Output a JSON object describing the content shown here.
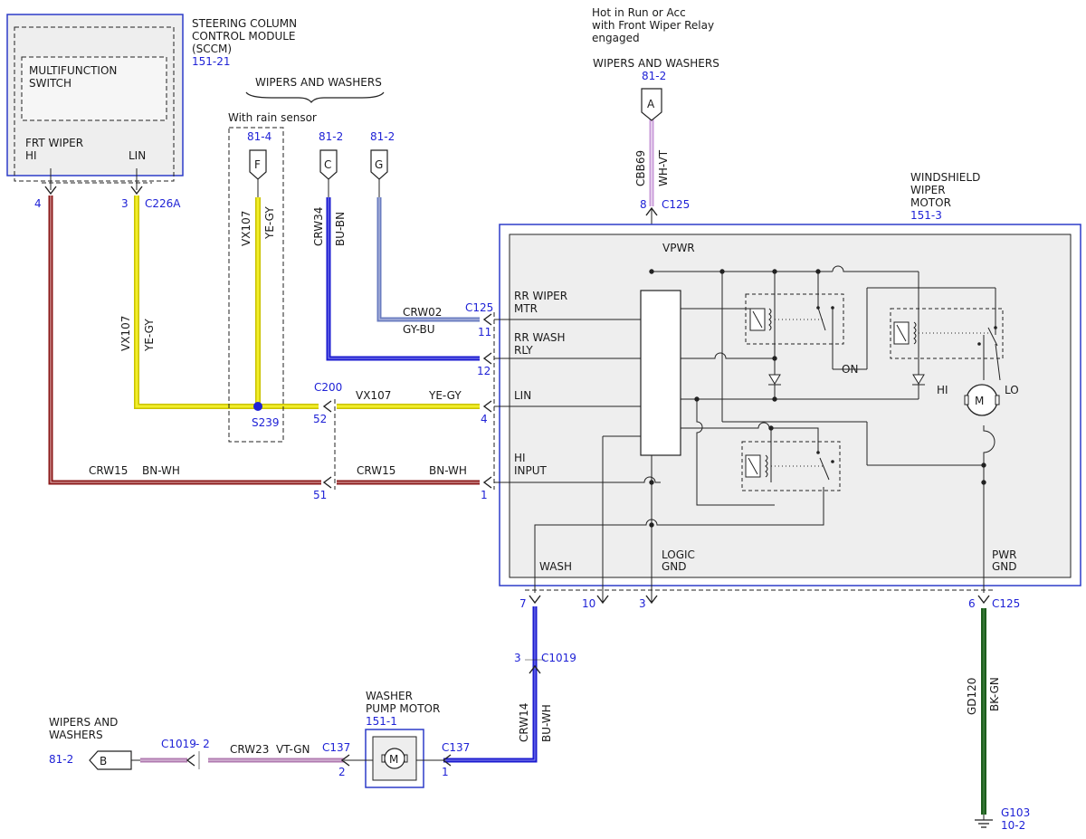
{
  "sccm": {
    "title_lines": [
      "STEERING COLUMN",
      "CONTROL MODULE",
      "(SCCM)"
    ],
    "ref": "151-21",
    "sub_module_lines": [
      "MULTIFUNCTION",
      "SWITCH"
    ],
    "pin_label_frt_lines": [
      "FRT WIPER",
      "HI"
    ],
    "pin_label_lin": "LIN",
    "pin_hi": "4",
    "pin_lin": "3",
    "connector": "C226A"
  },
  "group_label": "WIPERS AND WASHERS",
  "rain_sensor_label": "With rain sensor",
  "offpage_F": {
    "ref": "81-4",
    "letter": "F"
  },
  "offpage_C": {
    "ref": "81-2",
    "letter": "C"
  },
  "offpage_G": {
    "ref": "81-2",
    "letter": "G"
  },
  "offpage_A": {
    "note_lines": [
      "Hot in Run or Acc",
      "with Front Wiper Relay",
      "engaged"
    ],
    "title": "WIPERS AND WASHERS",
    "ref": "81-2",
    "letter": "A"
  },
  "offpage_B": {
    "title_lines": [
      "WIPERS AND",
      "WASHERS"
    ],
    "ref": "81-2",
    "letter": "B"
  },
  "wires": {
    "vx107_vertical": {
      "circuit": "VX107",
      "color": "YE-GY"
    },
    "vx107_f": {
      "circuit": "VX107",
      "color": "YE-GY"
    },
    "crw34": {
      "circuit": "CRW34",
      "color": "BU-BN"
    },
    "crw02": {
      "circuit": "CRW02",
      "color": "GY-BU"
    },
    "vx107_lin": {
      "circuit": "VX107",
      "color": "YE-GY"
    },
    "crw15_left": {
      "circuit": "CRW15",
      "color": "BN-WH"
    },
    "crw15_right": {
      "circuit": "CRW15",
      "color": "BN-WH"
    },
    "cbb69": {
      "circuit": "CBB69",
      "color": "WH-VT"
    },
    "crw14": {
      "circuit": "CRW14",
      "color": "BU-WH"
    },
    "crw23": {
      "circuit": "CRW23",
      "color": "VT-GN"
    },
    "gd120": {
      "circuit": "GD120",
      "color": "BK-GN"
    }
  },
  "splice": "S239",
  "c200": {
    "name": "C200",
    "pin_lin": "52",
    "pin_hi": "51"
  },
  "c125": {
    "name": "C125",
    "pin_vpwr": "8",
    "pin_rr_wiper": "11",
    "pin_rr_wash": "12",
    "pin_lin": "4",
    "pin_hi": "1",
    "pin_wash": "7",
    "pin_10": "10",
    "pin_logic": "3",
    "pin_pwr": "6"
  },
  "motor": {
    "title_lines": [
      "WINDSHIELD",
      "WIPER",
      "MOTOR"
    ],
    "ref": "151-3",
    "labels": {
      "vpwr": "VPWR",
      "rr_wiper_lines": [
        "RR WIPER",
        "MTR"
      ],
      "rr_wash_lines": [
        "RR WASH",
        "RLY"
      ],
      "lin": "LIN",
      "hi_input_lines": [
        "HI",
        "INPUT"
      ],
      "wash": "WASH",
      "logic_gnd_lines": [
        "LOGIC",
        "GND"
      ],
      "pwr_gnd_lines": [
        "PWR",
        "GND"
      ],
      "on": "ON",
      "hi": "HI",
      "lo": "LO",
      "m": "M"
    }
  },
  "c1019": {
    "name": "C1019",
    "pin_3": "3",
    "pin_2": "- 2"
  },
  "washer_pump": {
    "title_lines": [
      "WASHER",
      "PUMP MOTOR"
    ],
    "ref": "151-1",
    "m": "M"
  },
  "c137": {
    "name": "C137",
    "pin_2": "2",
    "pin_1": "1"
  },
  "ground": {
    "name": "G103",
    "ref": "10-2"
  },
  "wire_colors": {
    "red": "#8b1a1a",
    "yellow": "#f2ee2a",
    "blue": "#1b1bd0",
    "gray_blue": "#6a7cc0",
    "pink": "#c89ad8",
    "violet_green": "#b07ab0",
    "black_green": "#1d5e1d",
    "label_blue": "#1f22d6"
  }
}
